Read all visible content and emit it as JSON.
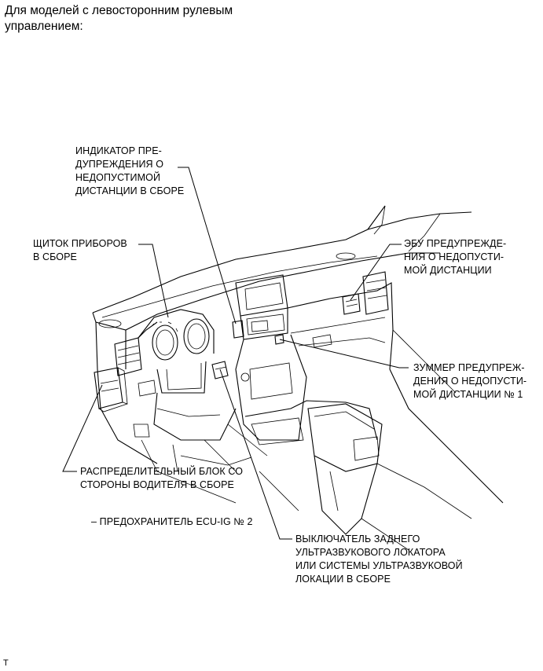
{
  "heading": {
    "lines": [
      "Для моделей с левосторонним рулевым",
      "управлением:"
    ]
  },
  "callouts": {
    "indicator": {
      "lines": [
        "ИНДИКАТОР ПРЕ-",
        "ДУПРЕЖДЕНИЯ О",
        "НЕДОПУСТИМОЙ",
        "ДИСТАНЦИИ В СБОРЕ"
      ]
    },
    "combination_meter": {
      "lines": [
        "ЩИТОК ПРИБОРОВ",
        "В СБОРЕ"
      ]
    },
    "ecu": {
      "lines": [
        "ЭБУ ПРЕДУПРЕЖДЕ-",
        "НИЯ О НЕДОПУСТИ-",
        "МОЙ ДИСТАНЦИИ"
      ]
    },
    "buzzer": {
      "lines": [
        "ЗУММЕР ПРЕДУПРЕЖ-",
        "ДЕНИЯ О НЕДОПУСТИ-",
        "МОЙ ДИСТАНЦИИ № 1"
      ]
    },
    "junction_block": {
      "lines": [
        "РАСПРЕДЕЛИТЕЛЬНЫЙ БЛОК СО",
        "СТОРОНЫ ВОДИТЕЛЯ В СБОРЕ"
      ]
    },
    "fuse": {
      "text": "– ПРЕДОХРАНИТЕЛЬ ECU-IG № 2"
    },
    "sonar_switch": {
      "lines": [
        "ВЫКЛЮЧАТЕЛЬ ЗАДНЕГО",
        "УЛЬТРАЗВУКОВОГО ЛОКАТОРА",
        "ИЛИ СИСТЕМЫ УЛЬТРАЗВУКОВОЙ",
        "ЛОКАЦИИ В СБОРЕ"
      ]
    }
  },
  "footer": {
    "mark": "T"
  }
}
